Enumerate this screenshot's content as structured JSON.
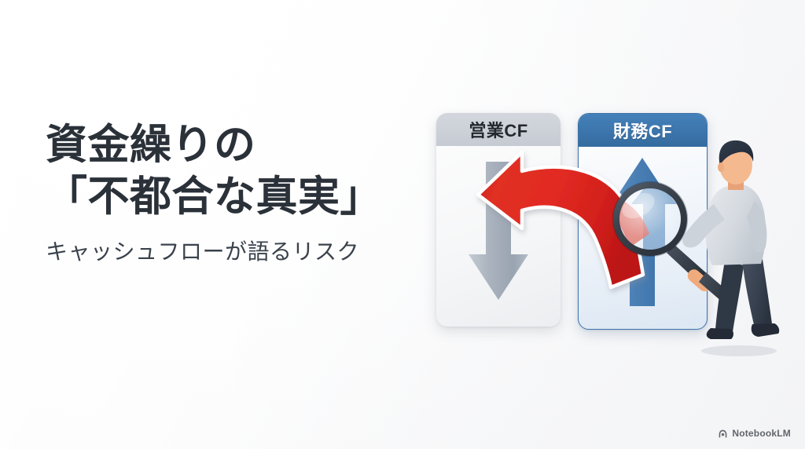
{
  "slide": {
    "background_color": "#fbfbfc",
    "title_color": "#2b3139",
    "title_lines": [
      "資金繰りの",
      "「不都合な真実」"
    ],
    "subtitle": "キャッシュフローが語るリスク"
  },
  "illustration": {
    "cards": [
      {
        "id": "operating-cf",
        "label": "営業CF",
        "header_color": "#c9ced6",
        "label_color": "#23282f",
        "body_color": "#f7f8f9",
        "arrow": {
          "name": "down-arrow",
          "direction": "down",
          "color": "#a8b1bd",
          "meaning": "negative"
        }
      },
      {
        "id": "financing-cf",
        "label": "財務CF",
        "header_color": "#3d72a8",
        "label_color": "#ffffff",
        "body_color": "#e7eff8",
        "arrow": {
          "name": "up-arrow",
          "direction": "up",
          "color": "#4a82b8",
          "meaning": "positive"
        }
      }
    ],
    "flow_arrow": {
      "name": "red-curved-arrow",
      "direction": "right-to-left",
      "color": "#d92323",
      "from": "財務CF",
      "to": "営業CF"
    },
    "magnifier": {
      "name": "magnifying-glass",
      "ring_color": "#3c444e",
      "handle_color": "#3c444e"
    },
    "person": {
      "name": "analyst-figure",
      "sweater_color": "#d9dde2",
      "trousers_color": "#38414f",
      "hair_color": "#27303d",
      "skin_color": "#f5b98f",
      "shoes_color": "#252c38"
    }
  },
  "footer": {
    "logo_icon": "notebooklm-icon",
    "logo_text": "NotebookLM"
  }
}
